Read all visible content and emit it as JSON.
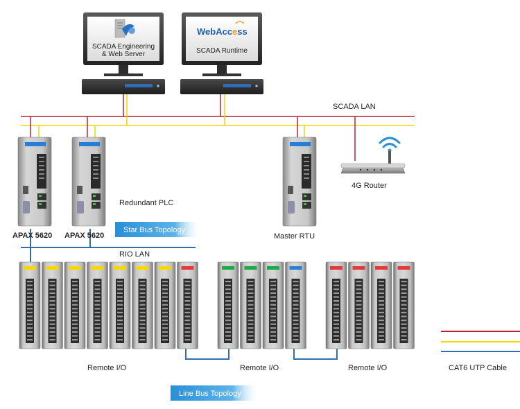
{
  "servers": [
    {
      "label_line1": "SCADA Engineering",
      "label_line2": "& Web Server",
      "icon": "scada-logo-icon"
    },
    {
      "logo_part1": "WebAcc",
      "logo_part2": "ss",
      "label": "SCADA Runtime",
      "icon": "webaccess-logo-icon"
    }
  ],
  "network": {
    "scada_lan": "SCADA LAN",
    "rio_lan": "RIO LAN",
    "star_bus": "Star Bus Topology",
    "line_bus": "Line Bus Topology"
  },
  "devices": {
    "plc1": "APAX 5620",
    "plc2": "APAX 5620",
    "redundant": "Redundant PLC",
    "rtu": "Master RTU",
    "router": "4G Router"
  },
  "remote_io": {
    "group1": "Remote I/O",
    "group2": "Remote I/O",
    "group3": "Remote I/O",
    "group1_colors": [
      "#f5d800",
      "#f5d800",
      "#f5d800",
      "#f5d800",
      "#f5d800",
      "#f5d800",
      "#f5d800",
      "#e23a3a"
    ],
    "group2_colors": [
      "#1fa84a",
      "#1fa84a",
      "#1fa84a",
      "#2a7fd4"
    ],
    "group3_colors": [
      "#e23a3a",
      "#e23a3a",
      "#e23a3a",
      "#e23a3a"
    ]
  },
  "legend": {
    "label": "CAT6 UTP Cable",
    "colors": [
      "#b22234",
      "#f2d600",
      "#2f6eb5"
    ]
  }
}
